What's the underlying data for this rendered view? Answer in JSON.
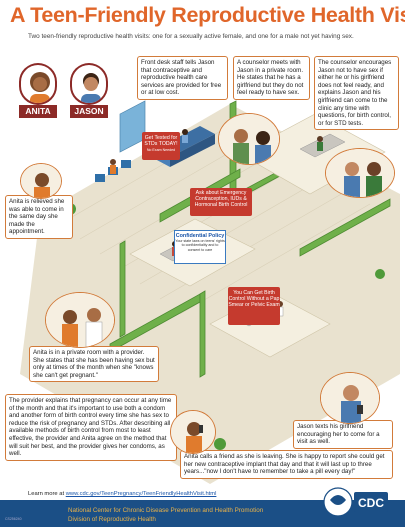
{
  "header": {
    "title": "A Teen-Friendly Reproductive Health Visit",
    "subtitle": "Two teen-friendly reproductive health visits: one for a sexually active female, and one for a male not yet having sex."
  },
  "characters": {
    "anita": "ANITA",
    "jason": "JASON"
  },
  "callouts": {
    "front_desk": "Front desk staff tells Jason that contraceptive and reproductive health care services are provided for free or at low cost.",
    "counselor_meets": "A counselor meets with Jason in a private room. He states that he has a girlfriend but they do not feel ready to have sex.",
    "counselor_encourages": "The counselor encourages Jason not to have sex if either he or his girlfriend does not feel ready, and explains Jason and his girlfriend can come to the clinic any time with questions, for birth control, or for STD tests.",
    "anita_relieved": "Anita is relieved she was able to come in the same day she made the appointment.",
    "anita_private": "Anita is in a private room with a provider. She states that she has been having sex but only at times of the month when she \"knows she can't get pregnant.\"",
    "provider_explains": "The provider explains that pregnancy can occur at any time of the month and that it's important to use both a condom and another form of birth control every time she has sex to reduce the risk of pregnancy and STDs. After describing all available methods of birth control from most to least effective, the provider and Anita agree on the method that will suit her best, and the provider gives her condoms, as well.",
    "jason_texts": "Jason texts his girlfriend encouraging her to come for a visit as well.",
    "anita_calls": "Anita calls a friend as she is leaving. She is happy to report she could get her new contraceptive implant that day and that it will last up to three years...\"now I don't have to remember to take a pill every day!\""
  },
  "signs": {
    "std_tests": "Get Tested for STDs TODAY!",
    "std_sub": "No Exam Needed",
    "emergency": "Ask about Emergency Contraception, IUDs & Hormonal Birth Control",
    "confidential_title": "Confidential Policy",
    "confidential_body": "Your state laws on teens' rights to confidentiality and to consent to care",
    "no_exam": "You Can Get Birth Control Without a Pap Smear or Pelvic Exam"
  },
  "learn_more": {
    "prefix": "Learn more at",
    "url": "www.cdc.gov/TeenPregnancy/TeenFriendlyHealthVisit.html"
  },
  "footer": {
    "line1": "National Center for Chronic Disease Prevention and Health Promotion",
    "line2": "Division of Reproductive Health",
    "code": "CS256240",
    "logo_text": "CDC"
  },
  "colors": {
    "title": "#e0662a",
    "badge": "#8c2a27",
    "callout_border": "#d27b3a",
    "footer": "#1b4f86",
    "footer_text": "#e8b24a"
  }
}
